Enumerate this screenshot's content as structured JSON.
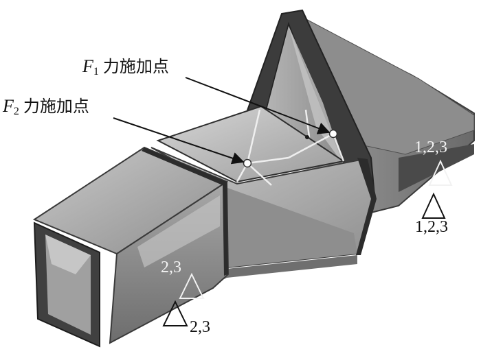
{
  "figure": {
    "load_points": [
      {
        "force_symbol": "F",
        "subscript": "1",
        "label_cn": "力施加点"
      },
      {
        "force_symbol": "F",
        "subscript": "2",
        "label_cn": "力施加点"
      }
    ],
    "constraints": {
      "right_upper": "1,2,3",
      "right_lower": "1,2,3",
      "left_upper": "2,3",
      "left_lower": "2,3"
    }
  }
}
